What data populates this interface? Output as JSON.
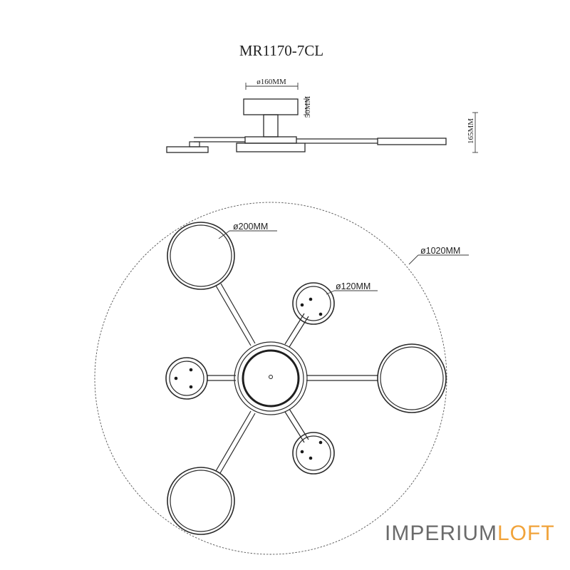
{
  "title": "MR1170-7CL",
  "side_view": {
    "canopy_diameter": "ø160MM",
    "canopy_height": "50MM",
    "total_height": "165MM"
  },
  "top_view": {
    "large_shade_diameter": "ø200MM",
    "overall_diameter": "ø1020MM",
    "small_shade_diameter": "ø120MM"
  },
  "brand": {
    "part1": "IMPERIUM",
    "part2": "LOFT",
    "color_part1": "#6b6b6b",
    "color_part2": "#f1a33a"
  }
}
